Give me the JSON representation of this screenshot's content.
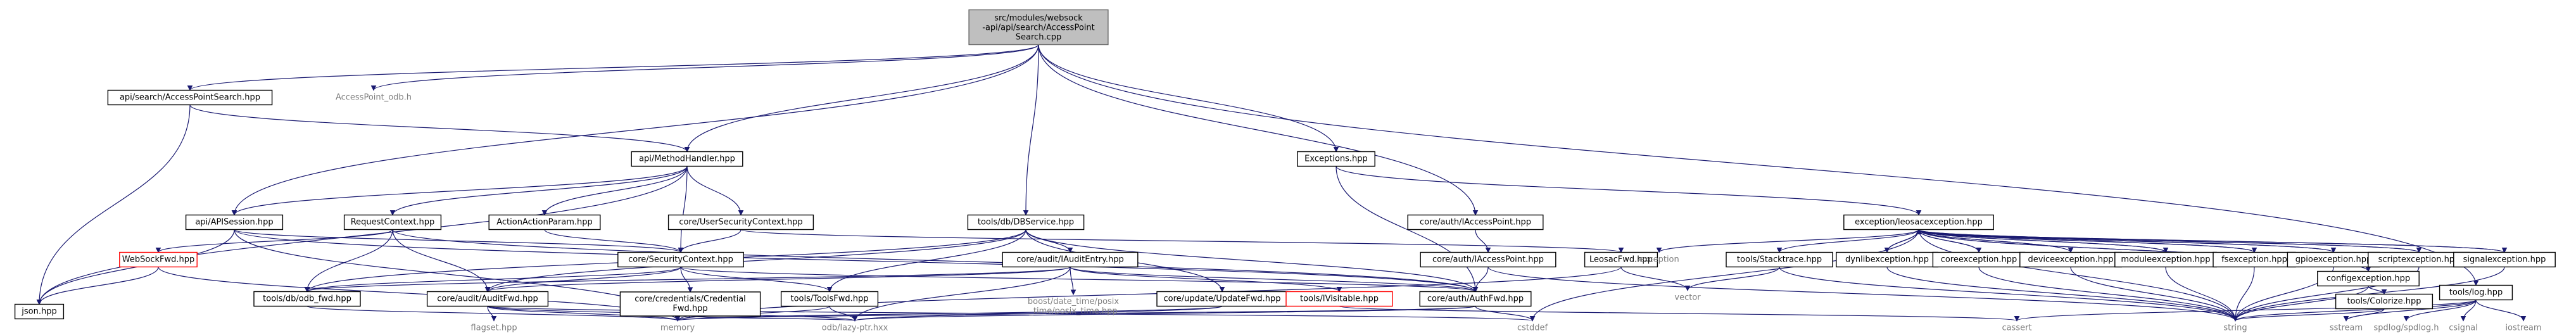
{
  "graph": {
    "colors": {
      "edge": "#191970",
      "root_fill": "#bfbfbf",
      "missing_border": "#ff0000"
    },
    "root": {
      "id": "root",
      "lines": [
        "src/modules/websock",
        "-api/api/search/AccessPoint",
        "Search.cpp"
      ]
    },
    "nodes": [
      {
        "id": "aps_hpp",
        "label": "api/search/AccessPointSearch.hpp",
        "kind": "box"
      },
      {
        "id": "ap_odb",
        "label": "AccessPoint_odb.h",
        "kind": "plain"
      },
      {
        "id": "mh",
        "label": "api/MethodHandler.hpp",
        "kind": "box"
      },
      {
        "id": "apisession",
        "label": "api/APISession.hpp",
        "kind": "box"
      },
      {
        "id": "reqctx",
        "label": "RequestContext.hpp",
        "kind": "box"
      },
      {
        "id": "aap",
        "label": "ActionActionParam.hpp",
        "kind": "box"
      },
      {
        "id": "usc",
        "label": "core/UserSecurityContext.hpp",
        "kind": "box"
      },
      {
        "id": "dbservice",
        "label": "tools/db/DBService.hpp",
        "kind": "box"
      },
      {
        "id": "exceptions",
        "label": "Exceptions.hpp",
        "kind": "box"
      },
      {
        "id": "iap",
        "label": "core/auth/IAccessPoint.hpp",
        "kind": "box"
      },
      {
        "id": "leosacexc",
        "label": "exception/leosacexception.hpp",
        "kind": "box"
      },
      {
        "id": "log",
        "label": "tools/log.hpp",
        "kind": "box"
      },
      {
        "id": "wsfwd",
        "label": "WebSockFwd.hpp",
        "kind": "red"
      },
      {
        "id": "secctx",
        "label": "core/SecurityContext.hpp",
        "kind": "box"
      },
      {
        "id": "iauditentry",
        "label": "core/audit/IAuditEntry.hpp",
        "kind": "box"
      },
      {
        "id": "iaccessfwd",
        "label": "core/auth/IAccessPoint.hpp",
        "kind": "box"
      },
      {
        "id": "leosacfwd",
        "label": "LeosacFwd.hpp",
        "kind": "box"
      },
      {
        "id": "exception",
        "label": "exception",
        "kind": "plain"
      },
      {
        "id": "stacktrace",
        "label": "tools/Stacktrace.hpp",
        "kind": "box"
      },
      {
        "id": "dynlib",
        "label": "dynlibexception.hpp",
        "kind": "box"
      },
      {
        "id": "coreexc",
        "label": "coreexception.hpp",
        "kind": "box"
      },
      {
        "id": "deviceexc",
        "label": "deviceexception.hpp",
        "kind": "box"
      },
      {
        "id": "moduleexc",
        "label": "moduleexception.hpp",
        "kind": "box"
      },
      {
        "id": "fsexc",
        "label": "fsexception.hpp",
        "kind": "box"
      },
      {
        "id": "gpioexc",
        "label": "gpioexception.hpp",
        "kind": "box"
      },
      {
        "id": "scriptexc",
        "label": "scriptexception.hpp",
        "kind": "box"
      },
      {
        "id": "signalexc",
        "label": "signalexception.hpp",
        "kind": "box"
      },
      {
        "id": "configexc",
        "label": "configexception.hpp",
        "kind": "box"
      },
      {
        "id": "json",
        "label": "json.hpp",
        "kind": "box"
      },
      {
        "id": "odbfwd",
        "label": "tools/db/odb_fwd.hpp",
        "kind": "box"
      },
      {
        "id": "auditfwd",
        "label": "core/audit/AuditFwd.hpp",
        "kind": "box"
      },
      {
        "id": "credfwd",
        "label": "core/credentials/Credential\nFwd.hpp",
        "kind": "box"
      },
      {
        "id": "toolsfwd",
        "label": "tools/ToolsFwd.hpp",
        "kind": "box"
      },
      {
        "id": "boostdt",
        "label": "boost/date_time/posix\n_time/posix_time.hpp",
        "kind": "plain"
      },
      {
        "id": "updatefwd",
        "label": "core/update/UpdateFwd.hpp",
        "kind": "box"
      },
      {
        "id": "ivisitable",
        "label": "tools/IVisitable.hpp",
        "kind": "red"
      },
      {
        "id": "authfwd",
        "label": "core/auth/AuthFwd.hpp",
        "kind": "box"
      },
      {
        "id": "vector",
        "label": "vector",
        "kind": "plain"
      },
      {
        "id": "colorize",
        "label": "tools/Colorize.hpp",
        "kind": "box"
      },
      {
        "id": "flagset",
        "label": "flagset.hpp",
        "kind": "plain"
      },
      {
        "id": "memory",
        "label": "memory",
        "kind": "plain"
      },
      {
        "id": "lazyptr",
        "label": "odb/lazy-ptr.hxx",
        "kind": "plain"
      },
      {
        "id": "cstddef",
        "label": "cstddef",
        "kind": "plain"
      },
      {
        "id": "cassert",
        "label": "cassert",
        "kind": "plain"
      },
      {
        "id": "string",
        "label": "string",
        "kind": "plain"
      },
      {
        "id": "sstream",
        "label": "sstream",
        "kind": "plain"
      },
      {
        "id": "spdlog",
        "label": "spdlog/spdlog.h",
        "kind": "plain"
      },
      {
        "id": "csignal",
        "label": "csignal",
        "kind": "plain"
      },
      {
        "id": "iostream",
        "label": "iostream",
        "kind": "plain"
      }
    ],
    "edges": [
      [
        "root",
        "aps_hpp"
      ],
      [
        "root",
        "ap_odb"
      ],
      [
        "root",
        "apisession"
      ],
      [
        "root",
        "dbservice"
      ],
      [
        "root",
        "exceptions"
      ],
      [
        "root",
        "iap"
      ],
      [
        "root",
        "log"
      ],
      [
        "root",
        "mh"
      ],
      [
        "aps_hpp",
        "mh"
      ],
      [
        "aps_hpp",
        "json"
      ],
      [
        "mh",
        "apisession"
      ],
      [
        "mh",
        "reqctx"
      ],
      [
        "mh",
        "aap"
      ],
      [
        "mh",
        "usc"
      ],
      [
        "mh",
        "json"
      ],
      [
        "mh",
        "secctx"
      ],
      [
        "apisession",
        "json"
      ],
      [
        "apisession",
        "memory"
      ],
      [
        "apisession",
        "secctx"
      ],
      [
        "apisession",
        "authfwd"
      ],
      [
        "reqctx",
        "wsfwd"
      ],
      [
        "reqctx",
        "odbfwd"
      ],
      [
        "reqctx",
        "auditfwd"
      ],
      [
        "reqctx",
        "authfwd"
      ],
      [
        "aap",
        "secctx"
      ],
      [
        "usc",
        "secctx"
      ],
      [
        "usc",
        "leosacfwd"
      ],
      [
        "wsfwd",
        "json"
      ],
      [
        "wsfwd",
        "memory"
      ],
      [
        "secctx",
        "odbfwd"
      ],
      [
        "secctx",
        "auditfwd"
      ],
      [
        "secctx",
        "credfwd"
      ],
      [
        "secctx",
        "toolsfwd"
      ],
      [
        "secctx",
        "authfwd"
      ],
      [
        "dbservice",
        "odbfwd"
      ],
      [
        "dbservice",
        "toolsfwd"
      ],
      [
        "dbservice",
        "auditfwd"
      ],
      [
        "dbservice",
        "updatefwd"
      ],
      [
        "dbservice",
        "iauditentry"
      ],
      [
        "dbservice",
        "authfwd"
      ],
      [
        "iauditentry",
        "odbfwd"
      ],
      [
        "iauditentry",
        "boostdt"
      ],
      [
        "iauditentry",
        "auditfwd"
      ],
      [
        "iauditentry",
        "ivisitable"
      ],
      [
        "iauditentry",
        "authfwd"
      ],
      [
        "iauditentry",
        "lazyptr"
      ],
      [
        "exceptions",
        "leosacexc"
      ],
      [
        "exceptions",
        "authfwd"
      ],
      [
        "iap",
        "iaccessfwd"
      ],
      [
        "iaccessfwd",
        "authfwd"
      ],
      [
        "iaccessfwd",
        "string"
      ],
      [
        "leosacfwd",
        "vector"
      ],
      [
        "leosacfwd",
        "memory"
      ],
      [
        "leosacexc",
        "exception"
      ],
      [
        "leosacexc",
        "stacktrace"
      ],
      [
        "leosacexc",
        "dynlib"
      ],
      [
        "leosacexc",
        "coreexc"
      ],
      [
        "leosacexc",
        "deviceexc"
      ],
      [
        "leosacexc",
        "moduleexc"
      ],
      [
        "leosacexc",
        "fsexc"
      ],
      [
        "leosacexc",
        "gpioexc"
      ],
      [
        "leosacexc",
        "scriptexc"
      ],
      [
        "leosacexc",
        "signalexc"
      ],
      [
        "leosacexc",
        "configexc"
      ],
      [
        "leosacexc",
        "string"
      ],
      [
        "leosacexc",
        "cstddef"
      ],
      [
        "dynlib",
        "leosacexc"
      ],
      [
        "coreexc",
        "leosacexc"
      ],
      [
        "deviceexc",
        "leosacexc"
      ],
      [
        "moduleexc",
        "leosacexc"
      ],
      [
        "fsexc",
        "leosacexc"
      ],
      [
        "gpioexc",
        "leosacexc"
      ],
      [
        "scriptexc",
        "leosacexc"
      ],
      [
        "signalexc",
        "leosacexc"
      ],
      [
        "configexc",
        "leosacexc"
      ],
      [
        "stacktrace",
        "vector"
      ],
      [
        "stacktrace",
        "string"
      ],
      [
        "dynlib",
        "string"
      ],
      [
        "coreexc",
        "string"
      ],
      [
        "deviceexc",
        "string"
      ],
      [
        "moduleexc",
        "string"
      ],
      [
        "fsexc",
        "string"
      ],
      [
        "gpioexc",
        "string"
      ],
      [
        "scriptexc",
        "string"
      ],
      [
        "signalexc",
        "string"
      ],
      [
        "configexc",
        "string"
      ],
      [
        "configexc",
        "colorize"
      ],
      [
        "colorize",
        "string"
      ],
      [
        "colorize",
        "sstream"
      ],
      [
        "log",
        "string"
      ],
      [
        "log",
        "sstream"
      ],
      [
        "log",
        "spdlog"
      ],
      [
        "log",
        "csignal"
      ],
      [
        "log",
        "iostream"
      ],
      [
        "log",
        "cassert"
      ],
      [
        "auditfwd",
        "flagset"
      ],
      [
        "auditfwd",
        "memory"
      ],
      [
        "auditfwd",
        "lazyptr"
      ],
      [
        "auditfwd",
        "cstddef"
      ],
      [
        "credfwd",
        "memory"
      ],
      [
        "credfwd",
        "lazyptr"
      ],
      [
        "toolsfwd",
        "memory"
      ],
      [
        "toolsfwd",
        "lazyptr"
      ],
      [
        "updatefwd",
        "memory"
      ],
      [
        "updatefwd",
        "lazyptr"
      ],
      [
        "authfwd",
        "memory"
      ],
      [
        "authfwd",
        "lazyptr"
      ],
      [
        "authfwd",
        "cstddef"
      ],
      [
        "odbfwd",
        "memory"
      ],
      [
        "ivisitable",
        "cassert"
      ]
    ]
  }
}
